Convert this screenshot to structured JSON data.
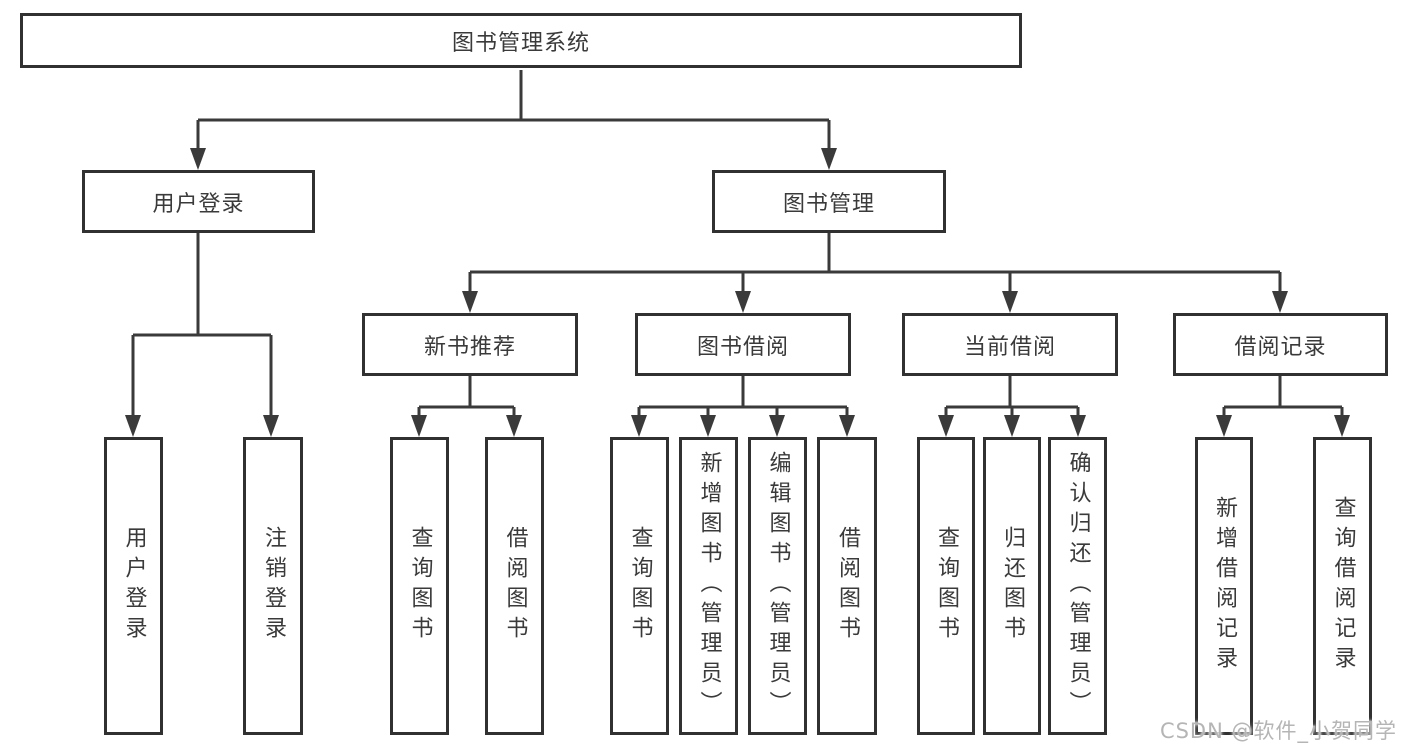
{
  "tree": {
    "label": "图书管理系统",
    "children": [
      {
        "label": "用户登录",
        "children": [
          {
            "label": "用户登录"
          },
          {
            "label": "注销登录"
          }
        ]
      },
      {
        "label": "图书管理",
        "children": [
          {
            "label": "新书推荐",
            "children": [
              {
                "label": "查询图书"
              },
              {
                "label": "借阅图书"
              }
            ]
          },
          {
            "label": "图书借阅",
            "children": [
              {
                "label": "查询图书"
              },
              {
                "label": "新增图书（管理员）"
              },
              {
                "label": "编辑图书（管理员）"
              },
              {
                "label": "借阅图书"
              }
            ]
          },
          {
            "label": "当前借阅",
            "children": [
              {
                "label": "查询图书"
              },
              {
                "label": "归还图书"
              },
              {
                "label": "确认归还（管理员）"
              }
            ]
          },
          {
            "label": "借阅记录",
            "children": [
              {
                "label": "新增借阅记录"
              },
              {
                "label": "查询借阅记录"
              }
            ]
          }
        ]
      }
    ]
  },
  "watermark": {
    "text": "CSDN @软件_小贺同学",
    "color": "#b5b5b5"
  },
  "colors": {
    "line": "#3a3a3a",
    "box_border": "#313131",
    "text": "#3a3a3a",
    "background": "#ffffff"
  }
}
